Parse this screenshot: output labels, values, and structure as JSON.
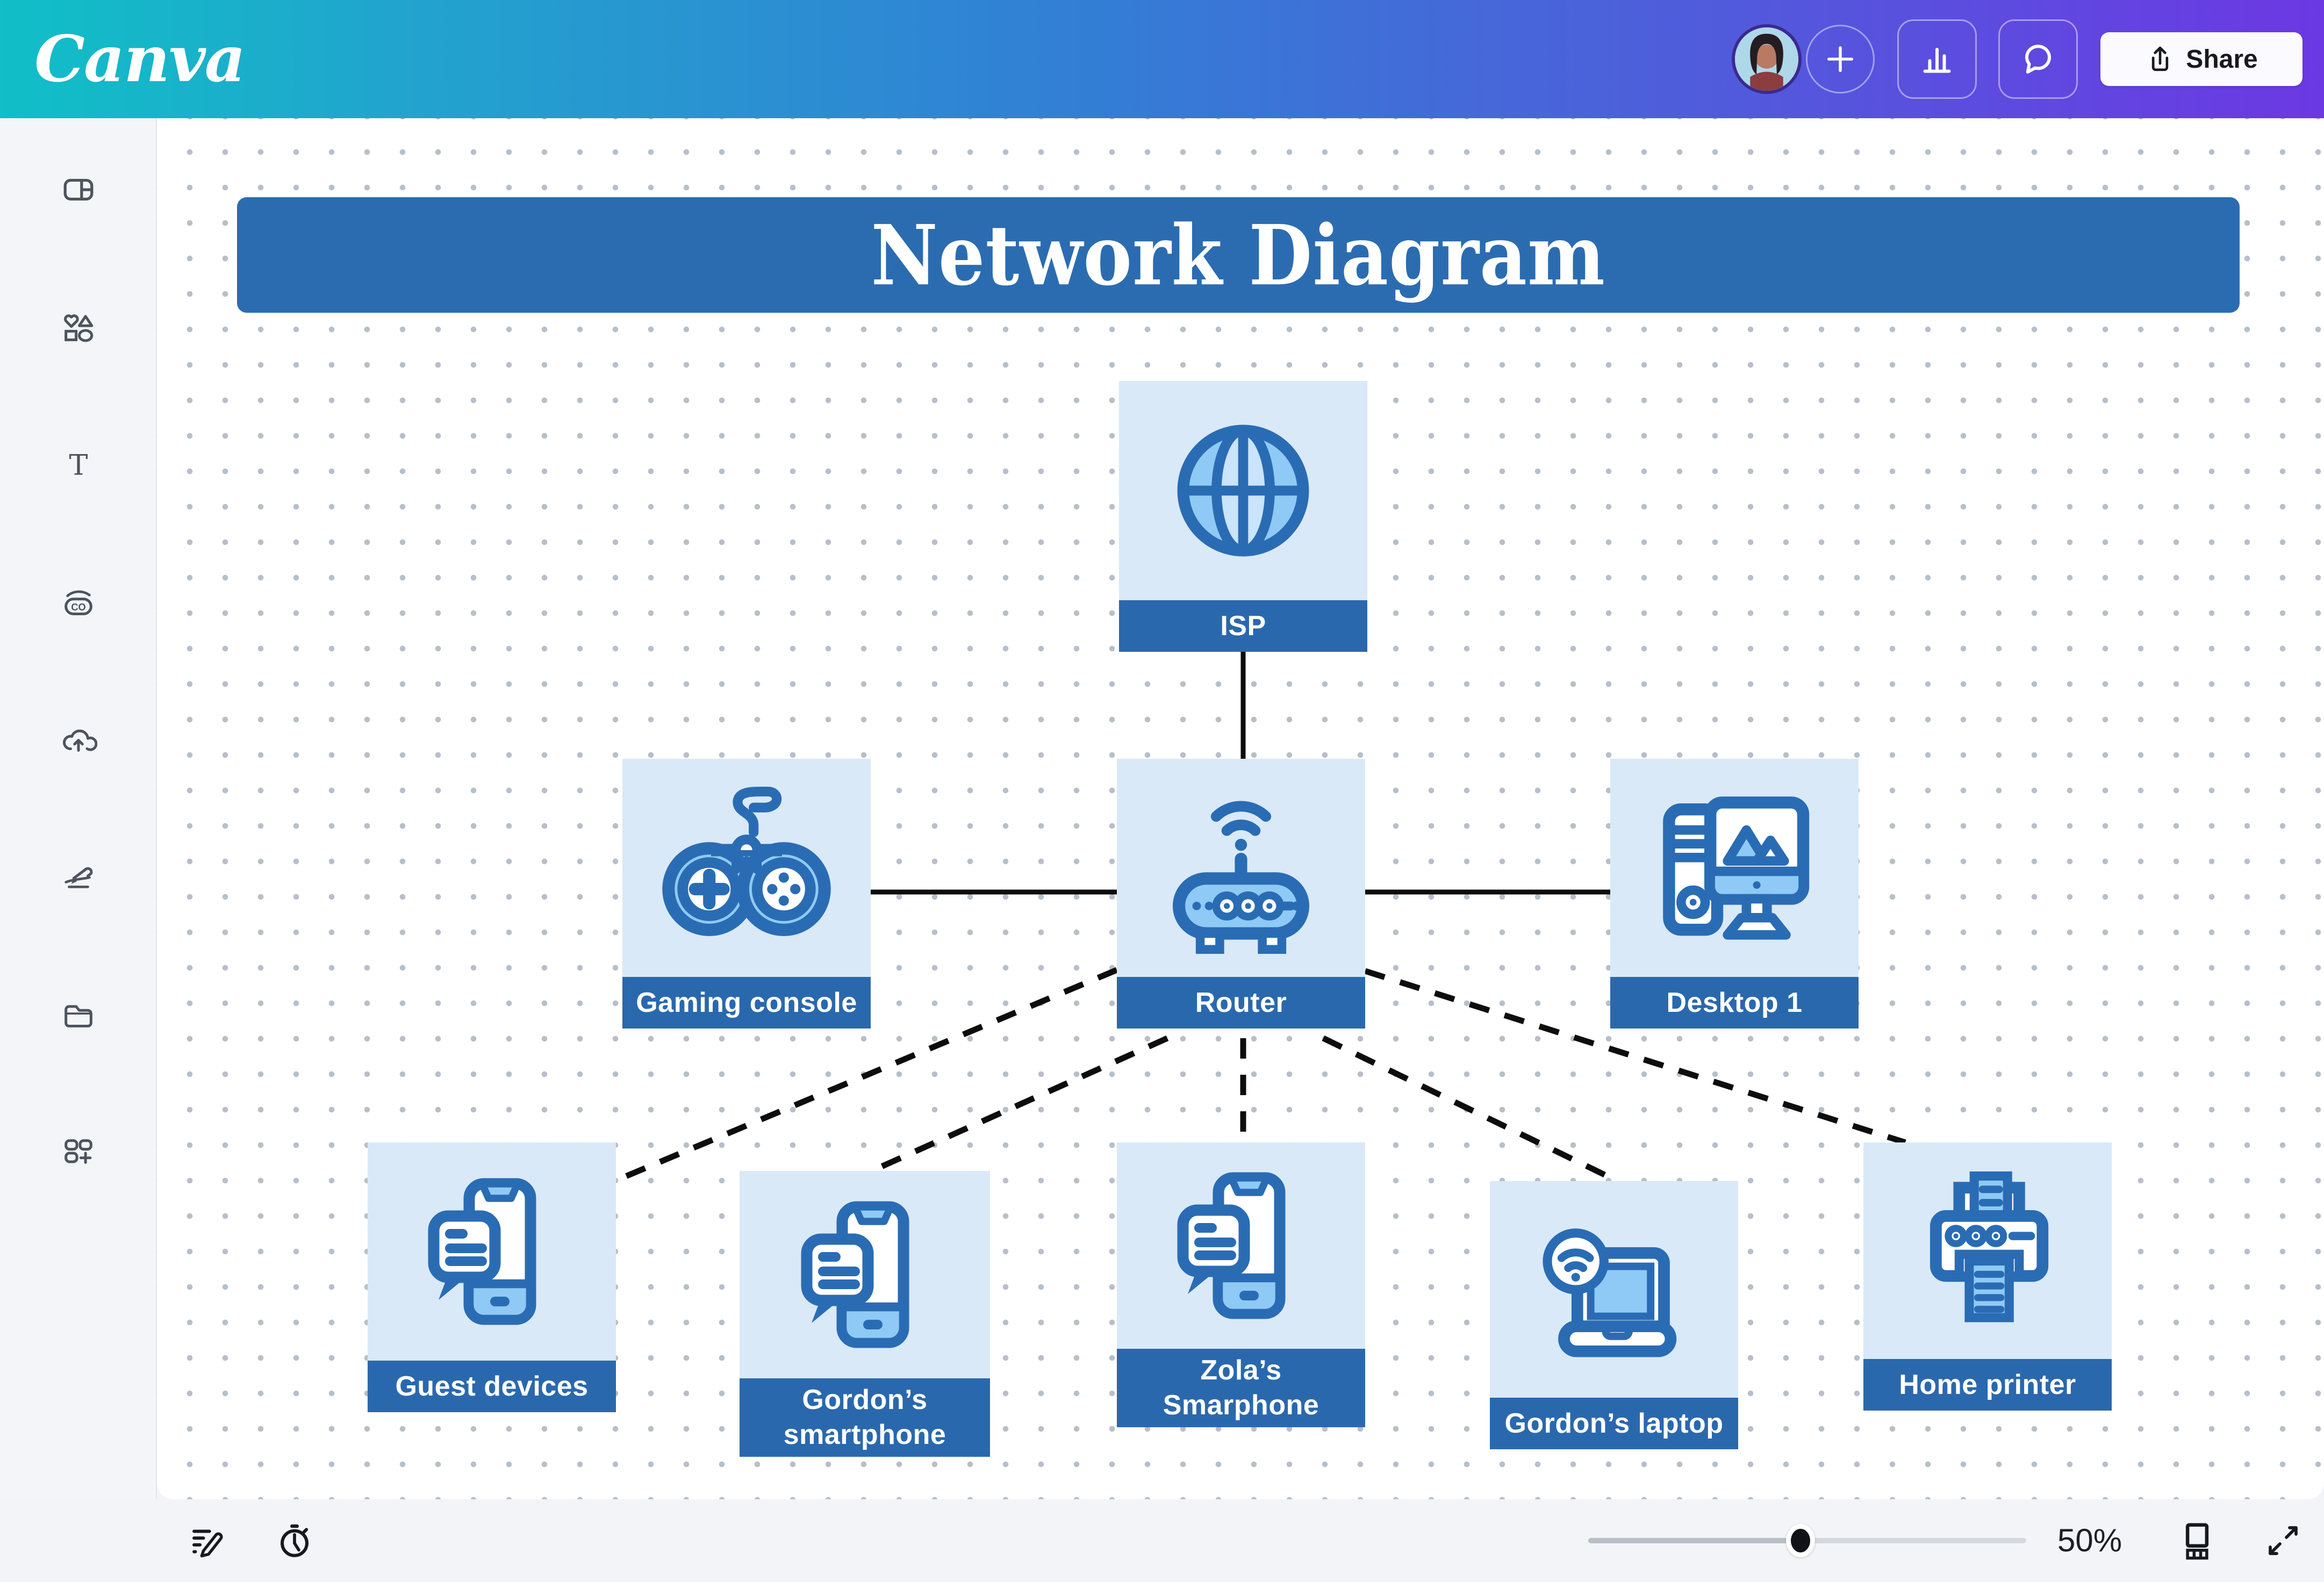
{
  "header": {
    "logo_text": "Canva",
    "share_label": "Share",
    "icons": [
      "avatar",
      "plus-icon",
      "insights-icon",
      "comments-icon",
      "share-upload-icon"
    ],
    "colors": {
      "gradient_left": "#10bfc7",
      "gradient_mid": "#327fd5",
      "gradient_right": "#6c38e3"
    }
  },
  "sidebar": {
    "icons": [
      "design-icon",
      "elements-icon",
      "text-icon",
      "brand-icon",
      "uploads-icon",
      "draw-icon",
      "projects-icon",
      "apps-icon"
    ]
  },
  "canvas": {
    "title": "Network Diagram",
    "nodes": [
      {
        "id": "isp",
        "label": "ISP",
        "icon": "globe-icon"
      },
      {
        "id": "gaming-console",
        "label": "Gaming console",
        "icon": "gamepad-icon"
      },
      {
        "id": "router",
        "label": "Router",
        "icon": "router-icon"
      },
      {
        "id": "desktop-1",
        "label": "Desktop 1",
        "icon": "desktop-icon"
      },
      {
        "id": "guest-devices",
        "label": "Guest devices",
        "icon": "smartphone-chat-icon"
      },
      {
        "id": "gordons-smartphone",
        "label": "Gordon’s\nsmartphone",
        "icon": "smartphone-chat-icon"
      },
      {
        "id": "zolas-smarphone",
        "label": "Zola’s\nSmarphone",
        "icon": "smartphone-chat-icon"
      },
      {
        "id": "gordons-laptop",
        "label": "Gordon’s laptop",
        "icon": "laptop-wifi-icon"
      },
      {
        "id": "home-printer",
        "label": "Home printer",
        "icon": "printer-icon"
      }
    ],
    "connections": [
      {
        "from": "ISP",
        "to": "Router",
        "style": "solid"
      },
      {
        "from": "Gaming console",
        "to": "Router",
        "style": "solid"
      },
      {
        "from": "Router",
        "to": "Desktop 1",
        "style": "solid"
      },
      {
        "from": "Router",
        "to": "Guest devices",
        "style": "dashed"
      },
      {
        "from": "Router",
        "to": "Gordon’s smartphone",
        "style": "dashed"
      },
      {
        "from": "Router",
        "to": "Zola’s Smarphone",
        "style": "dashed"
      },
      {
        "from": "Router",
        "to": "Gordon’s laptop",
        "style": "dashed"
      },
      {
        "from": "Router",
        "to": "Home printer",
        "style": "dashed"
      }
    ],
    "colors": {
      "banner_bg": "#2b6cb1",
      "node_card_bg": "#d9e9f8",
      "node_label_bg": "#2a68ad",
      "icon_stroke": "#2a6cb4",
      "icon_fill": "#8ecaf5",
      "connection": "#0d0d0d",
      "dot_grid": "#b7bfc9"
    }
  },
  "footer": {
    "zoom_percent": "50%",
    "icons": [
      "notes-icon",
      "timer-icon",
      "grid-view-icon",
      "fullscreen-icon"
    ]
  }
}
